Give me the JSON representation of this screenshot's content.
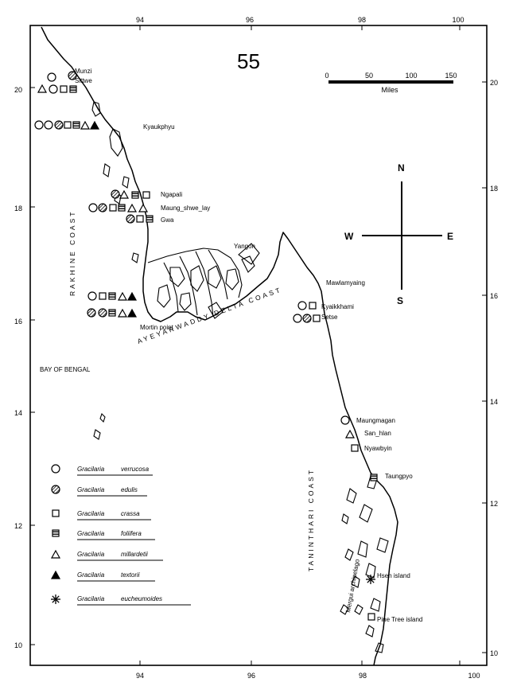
{
  "plate_number": "55",
  "scale_bar": {
    "ticks": [
      "0",
      "50",
      "100",
      "150"
    ],
    "unit": "Miles"
  },
  "compass": {
    "n": "N",
    "s": "S",
    "e": "E",
    "w": "W"
  },
  "axes": {
    "longitudes": [
      "94",
      "96",
      "98",
      "100"
    ],
    "latitudes": [
      "20",
      "18",
      "16",
      "14",
      "12",
      "10"
    ]
  },
  "regions": {
    "rakhine": "RAKHINE COAST",
    "ayeyarwaddy": "AYEYARWADDY DELTA COAST",
    "tanintharyi": "TANINTHARI COAST",
    "bay": "BAY OF BENGAL",
    "mergui": "Mergui archipelago"
  },
  "places": [
    {
      "key": "munzi",
      "label": "Munzi"
    },
    {
      "key": "sittwe",
      "label": "Sittwe"
    },
    {
      "key": "kyaukphyu",
      "label": "Kyaukphyu"
    },
    {
      "key": "ngapali",
      "label": "Ngapali"
    },
    {
      "key": "maung",
      "label": "Maung_shwe_lay"
    },
    {
      "key": "gwa",
      "label": "Gwa"
    },
    {
      "key": "yangon",
      "label": "Yangon"
    },
    {
      "key": "mawlamyaing",
      "label": "Mawlamyaing"
    },
    {
      "key": "kyaikkhami",
      "label": "Kyaikkhami"
    },
    {
      "key": "setse",
      "label": "Setse"
    },
    {
      "key": "mortin",
      "label": "Mortin point"
    },
    {
      "key": "maungmagan",
      "label": "Maungmagan"
    },
    {
      "key": "sanhlan",
      "label": "San_hlan"
    },
    {
      "key": "nyawbyin",
      "label": "Nyawbyin"
    },
    {
      "key": "taungpyo",
      "label": "Taungpyo"
    },
    {
      "key": "hseh",
      "label": "Hseh island"
    },
    {
      "key": "pinetree",
      "label": "Pine Tree island"
    }
  ],
  "legend": [
    {
      "symbol": "circle-open",
      "genus": "Gracilaria",
      "species": "verrucosa"
    },
    {
      "symbol": "circle-hatched",
      "genus": "Gracilaria",
      "species": "edulis"
    },
    {
      "symbol": "square-open",
      "genus": "Gracilaria",
      "species": "crassa"
    },
    {
      "symbol": "square-striped",
      "genus": "Gracilaria",
      "species": "foliifera"
    },
    {
      "symbol": "triangle-open",
      "genus": "Gracilaria",
      "species": "millardetii"
    },
    {
      "symbol": "triangle-filled",
      "genus": "Gracilaria",
      "species": "textorii"
    },
    {
      "symbol": "asterisk",
      "genus": "Gracilaria",
      "species": "eucheumoides"
    }
  ]
}
